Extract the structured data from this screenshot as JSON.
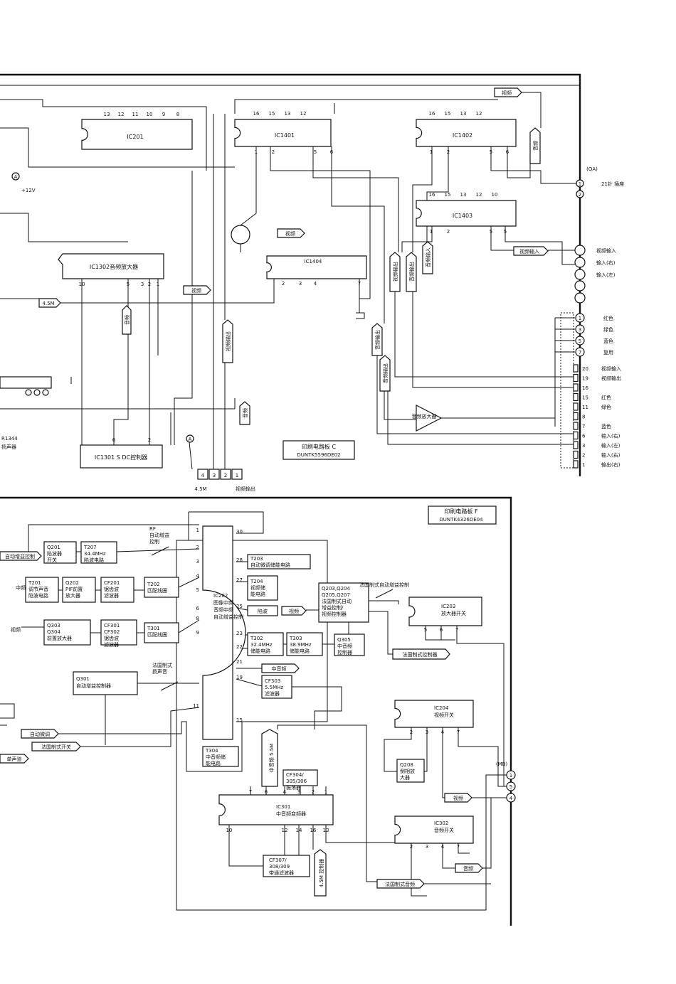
{
  "board_c": {
    "title": "印刷电路板 C",
    "code": "DUNTK5596DE02",
    "connector_qa": "(QA)",
    "ic201": "IC201",
    "ic201_pins_top": [
      "13",
      "12",
      "11",
      "10",
      "9",
      "8"
    ],
    "ic1401": "IC1401",
    "ic1401_pins_top": [
      "16",
      "15",
      "13",
      "12"
    ],
    "ic1401_pins_bottom": [
      "1",
      "2",
      "5",
      "6"
    ],
    "ic1402": "IC1402",
    "ic1402_pins_top": [
      "16",
      "15",
      "13",
      "12"
    ],
    "ic1402_pins_bottom": [
      "1",
      "2",
      "5",
      "6"
    ],
    "ic1403": "IC1403",
    "ic1403_pins_top": [
      "16",
      "15",
      "13",
      "12",
      "10"
    ],
    "ic1403_pins_bottom": [
      "1",
      "2",
      "5",
      "5"
    ],
    "ic1404": "IC1404",
    "ic1404_pins": [
      "2",
      "3",
      "4",
      "7"
    ],
    "ic1302": "IC1302音频放大器",
    "ic1302_pins": [
      "10",
      "5",
      "3",
      "2",
      "1"
    ],
    "ic1301": "IC1301 S DC控制器",
    "ic1301_pins": [
      "6",
      "2"
    ],
    "audio_amp": "音频放大器",
    "plus12v": "+12V",
    "label_4_5m": "4.5M",
    "label_video": "视频",
    "label_video_in": "视频输入",
    "label_audio": "音频",
    "label_video_out": "视频输出",
    "label_audio_out": "音频输出",
    "label_video_out_short": "视频出",
    "label_audio_in": "音频输入",
    "label_21pin": "21针 插座",
    "label_r1344": "R1344",
    "label_speaker": "扬声器",
    "marker_a": "A",
    "bottom_connector": [
      "4",
      "3",
      "2",
      "1"
    ],
    "bottom_label_45m": "4.5M",
    "bottom_label_video_out": "视频输出",
    "qa_pins": [
      "1",
      "2"
    ],
    "right_jacks": [
      "视频输入",
      "输入(右)",
      "输入(左)"
    ],
    "right_colors": [
      {
        "pin": "1",
        "label": "红色"
      },
      {
        "pin": "3",
        "label": "绿色"
      },
      {
        "pin": "5",
        "label": "蓝色"
      },
      {
        "pin": "7",
        "label": "复用"
      }
    ],
    "right_pins": [
      {
        "pin": "20",
        "label": "视频输入"
      },
      {
        "pin": "19",
        "label": "视频输出"
      },
      {
        "pin": "16",
        "label": ""
      },
      {
        "pin": "15",
        "label": "红色"
      },
      {
        "pin": "11",
        "label": "绿色"
      },
      {
        "pin": "8",
        "label": ""
      },
      {
        "pin": "7",
        "label": "蓝色"
      },
      {
        "pin": "6",
        "label": "输入(右)"
      },
      {
        "pin": "3",
        "label": "输入(左)"
      },
      {
        "pin": "2",
        "label": "输入(右)"
      },
      {
        "pin": "1",
        "label": "输出(右)"
      }
    ]
  },
  "board_f": {
    "title": "印刷电路板 F",
    "code": "DUNTK4326DE04",
    "rf_agc": "RF 自动增益 控制",
    "ic202_label": "IC202 图像中频 音频中频 自动增益控制",
    "ic202_pins_left": [
      "1",
      "2",
      "3",
      "4",
      "5",
      "6",
      "8",
      "9",
      "11"
    ],
    "ic202_pins_right": [
      "30",
      "28",
      "27",
      "25",
      "23",
      "22",
      "21",
      "19",
      "15"
    ],
    "agc_in": "自动增益控制",
    "q201": "Q201 陷波器 开关",
    "t207": "T207 34.4MHz 陷波电路",
    "t201": "T201 调节声音 陷波电路",
    "q202": "Q202 PIF前置 放大器",
    "cf201": "CF201 锯齿波 滤波器",
    "t202": "T202 匹配线圈",
    "q303_304": "Q303 Q304 前置放大器",
    "cf301_302": "CF301 CF302 锯齿波 滤波器",
    "t301": "T301 匹配线圈",
    "q301": "Q301 自动增益控制器",
    "french_mute": "法国制式 扬声音",
    "t203": "T203 自动微调储能电路",
    "t204": "T204 视频储 能电路",
    "trap": "陷波",
    "video": "视频",
    "t302": "T302 32.4MHz 储能电路",
    "t303": "T303 38.9MHz 储能电路",
    "q305": "Q305 中音频 控制器",
    "q203_group": "Q203,Q204 Q205,Q207 法国制式自动 增益控制/ 视频控制器",
    "french_agc": "法国制式自动增益控制",
    "ic203": "IC203 放大器开关",
    "ic203_pins": [
      "5",
      "6",
      "7"
    ],
    "french_ctrl": "法国制式控制器",
    "mid_audio": "中音频",
    "cf303": "CF303 5.5MHz 滤波器",
    "t304": "T304 中音频储 能电路",
    "mid_audio_55": "中音频 5.5M",
    "cf304": "CF304/ 305/306 振荡器",
    "ic301": "IC301 中音频变频器",
    "ic301_pins_top": [
      "7",
      "6",
      "4",
      "3",
      "2",
      "1"
    ],
    "ic301_pins_bottom": [
      "10",
      "12",
      "14",
      "16",
      "13"
    ],
    "cf307": "CF307/ 308/309 带通滤波器",
    "control_45m": "4.5M 控制器",
    "french_audio": "法国制式音频",
    "auto_fine_tune": "自动微调",
    "french_switch": "法国制式开关",
    "mono": "单声道",
    "mid_freq": "中频",
    "video_in": "视频",
    "ic204": "IC204 视频开关",
    "ic204_pins": [
      "2",
      "3",
      "4",
      "7"
    ],
    "q208": "Q208 倒相放 大器",
    "ic302": "IC302 音频开关",
    "ic302_pins": [
      "2",
      "3",
      "4",
      "7"
    ],
    "audio": "音频",
    "mb": "(MB)",
    "mb_pins": [
      "1",
      "5",
      "4"
    ]
  }
}
